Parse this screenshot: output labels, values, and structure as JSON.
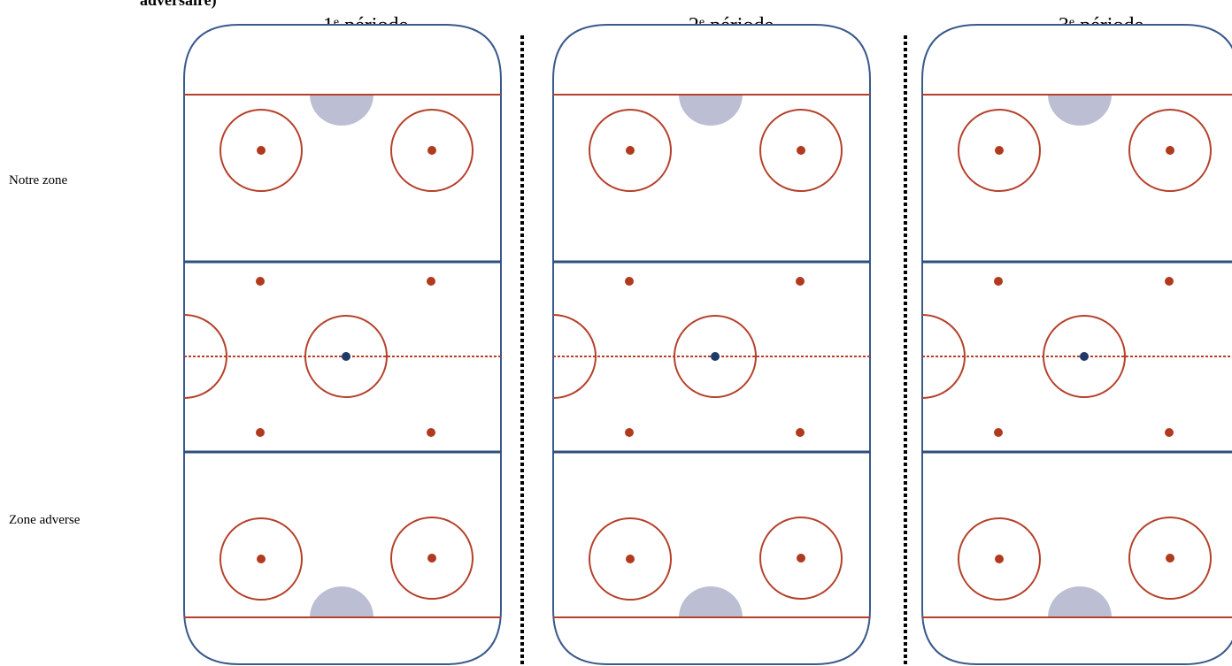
{
  "heading": "adversaire)",
  "side_labels": {
    "top": "Notre zone",
    "bottom": "Zone adverse"
  },
  "periods": [
    {
      "number": "1",
      "superscript": "e",
      "label": "période"
    },
    {
      "number": "2",
      "superscript": "e",
      "label": "période"
    },
    {
      "number": "3",
      "superscript": "e",
      "label": "période"
    }
  ],
  "colors": {
    "boards": "#3a5a8c",
    "blue_line": "#2e4f7d",
    "red": "#b5402a",
    "red_dot": "#b03a1e",
    "center_dot": "#1f3a66",
    "crease": "#bcbfd3",
    "separator": "#000000"
  }
}
